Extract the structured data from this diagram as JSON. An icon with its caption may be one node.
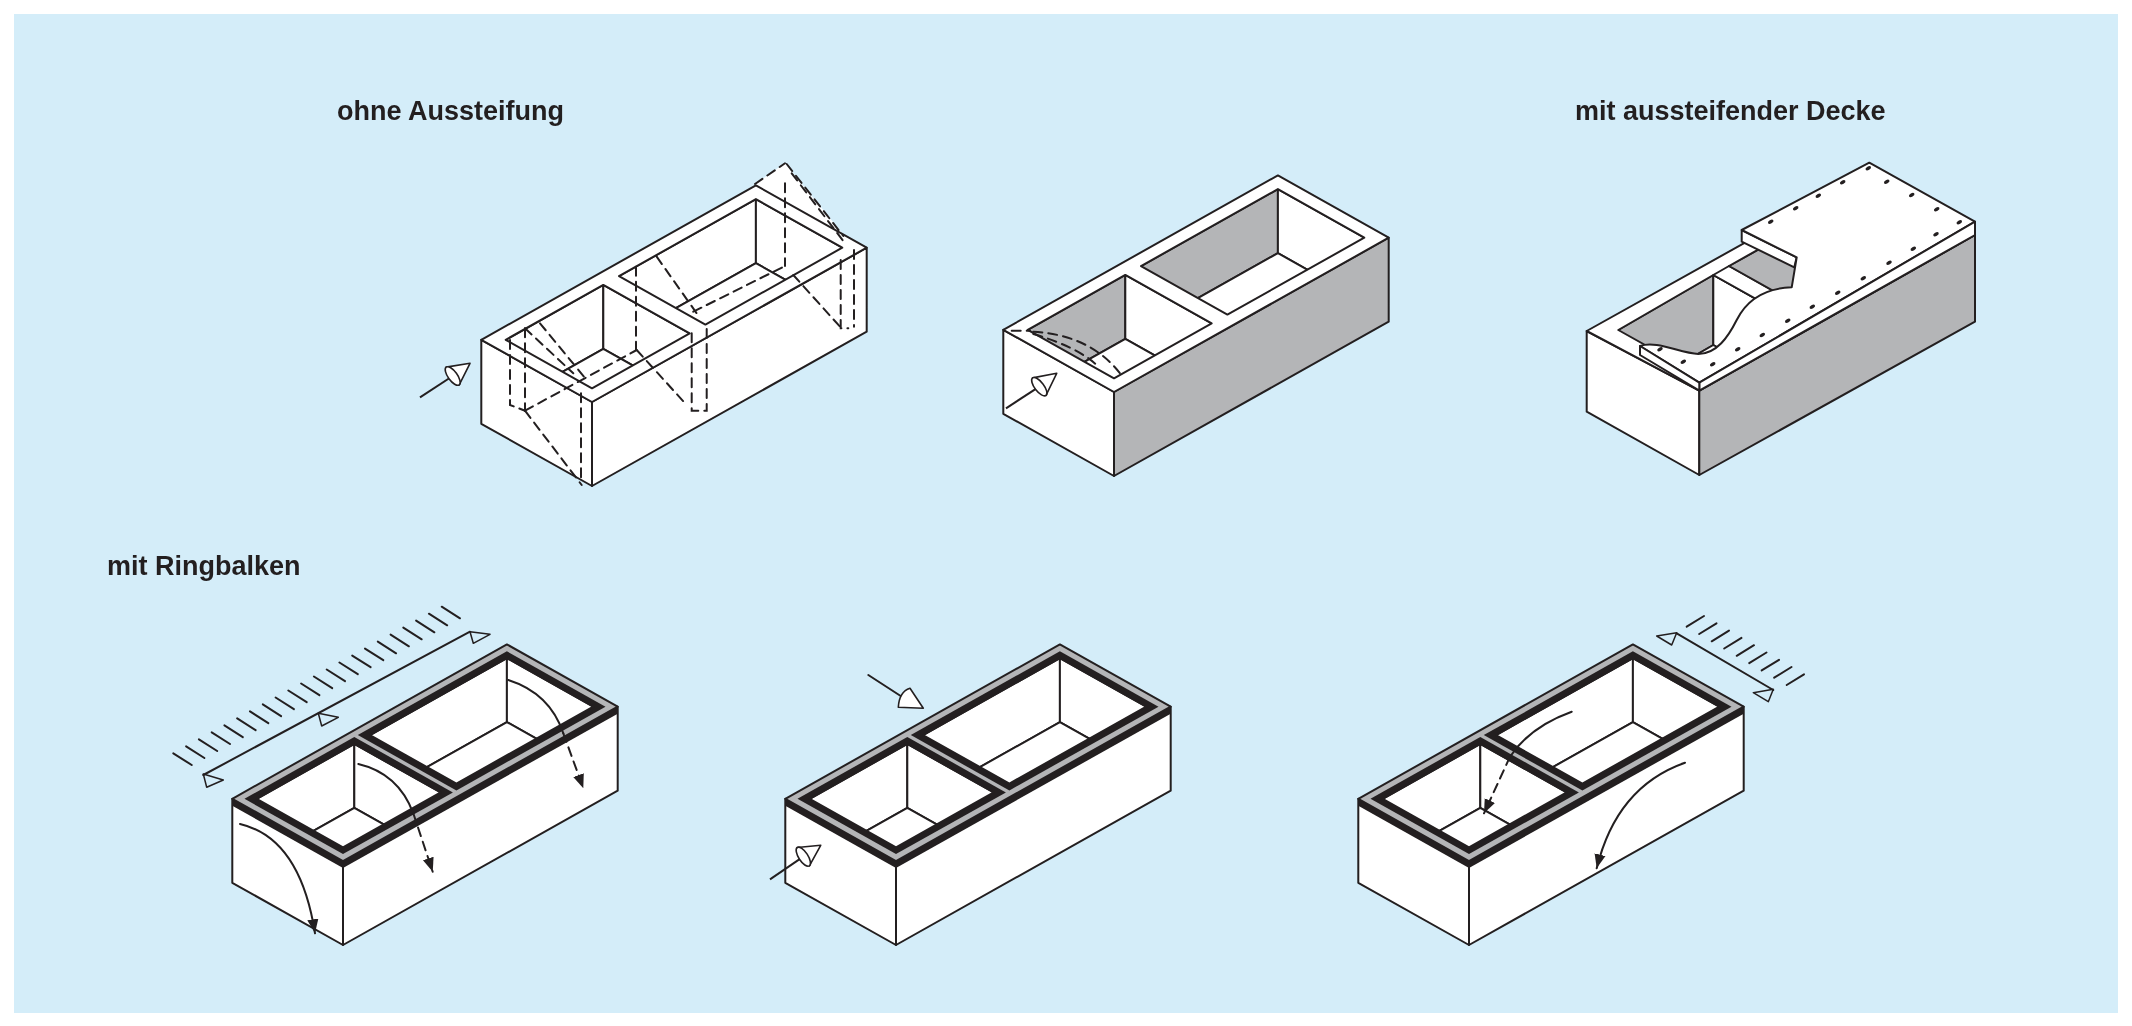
{
  "diagram": {
    "labels": [
      "ohne Aussteifung",
      "mit aussteifender Decke",
      "mit Ringbalken"
    ]
  }
}
